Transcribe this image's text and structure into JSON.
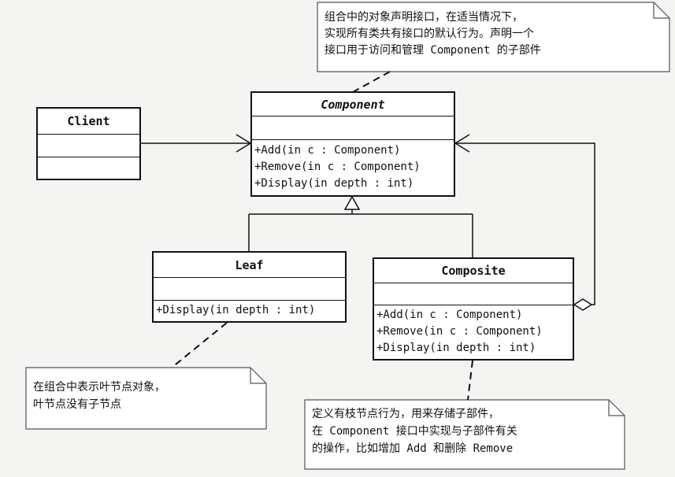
{
  "classes": {
    "client": {
      "name": "Client"
    },
    "component": {
      "name": "Component",
      "operations": [
        "+Add(in c : Component)",
        "+Remove(in c : Component)",
        "+Display(in depth : int)"
      ]
    },
    "leaf": {
      "name": "Leaf",
      "operations": [
        "+Display(in depth : int)"
      ]
    },
    "composite": {
      "name": "Composite",
      "operations": [
        "+Add(in c : Component)",
        "+Remove(in c : Component)",
        "+Display(in depth : int)"
      ]
    }
  },
  "notes": {
    "component": [
      "组合中的对象声明接口，在适当情况下，",
      "实现所有类共有接口的默认行为。声明一个",
      "接口用于访问和管理 Component 的子部件"
    ],
    "leaf": [
      "在组合中表示叶节点对象，",
      "叶节点没有子节点"
    ],
    "composite": [
      "定义有枝节点行为，用来存储子部件，",
      "在 Component 接口中实现与子部件有关",
      "的操作，比如增加 Add 和删除 Remove"
    ]
  }
}
